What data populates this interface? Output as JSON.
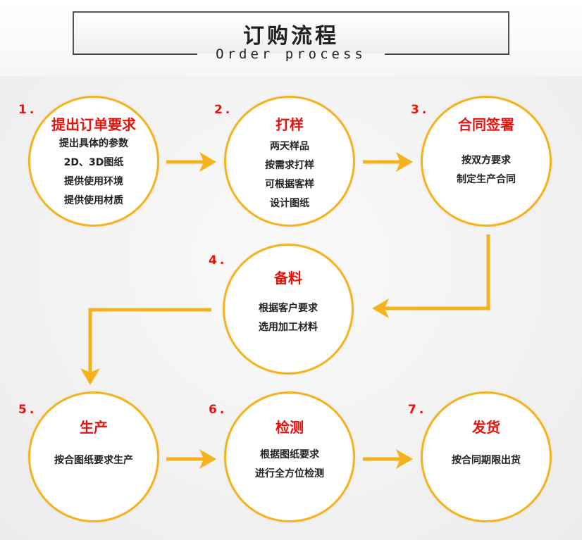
{
  "header": {
    "title_cn": "订购流程",
    "title_en": "Order process"
  },
  "steps": [
    {
      "number": "1.",
      "title": "提出订单要求",
      "lines": [
        "提出具体的参数",
        "2D、3D图纸",
        "提供使用环境",
        "提供使用材质"
      ]
    },
    {
      "number": "2.",
      "title": "打样",
      "lines": [
        "两天样品",
        "按需求打样",
        "可根据客样",
        "设计图纸"
      ]
    },
    {
      "number": "3.",
      "title": "合同签署",
      "lines": [
        "按双方要求",
        "制定生产合同"
      ]
    },
    {
      "number": "4.",
      "title": "备料",
      "lines": [
        "根据客户要求",
        "选用加工材料"
      ]
    },
    {
      "number": "5.",
      "title": "生产",
      "lines": [
        "按合图纸要求生产"
      ]
    },
    {
      "number": "6.",
      "title": "检测",
      "lines": [
        "根据图纸要求",
        "进行全方位检测"
      ]
    },
    {
      "number": "7.",
      "title": "发货",
      "lines": [
        "按合同期限出货"
      ]
    }
  ],
  "colors": {
    "accent": "#f5b21c",
    "title_red": "#e8120c",
    "text": "#222222"
  }
}
